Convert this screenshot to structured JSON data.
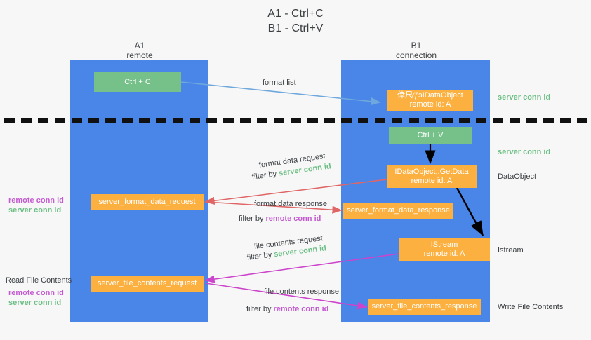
{
  "title": "A1 - Ctrl+C\nB1 - Ctrl+V",
  "lanes": [
    {
      "name": "A1",
      "sub": "remote",
      "header": "A1\nremote"
    },
    {
      "name": "B1",
      "sub": "connection",
      "header": "B1\nconnection"
    }
  ],
  "colors": {
    "lane_fill": "#4a86e8",
    "box_orange": "#fbb040",
    "box_green": "#76c08a",
    "server_conn_green": "#6cbf84",
    "remote_conn_magenta": "#c45ad0",
    "arrow_blue": "#6fa8dc",
    "arrow_red": "#e06666",
    "arrow_magenta": "#cc44cc",
    "arrow_black": "#000000",
    "background": "#f7f7f7",
    "text": "#3c4043"
  },
  "boxes": {
    "ctrl_c": {
      "label": "Ctrl + C",
      "lane": "A1",
      "color": "green"
    },
    "new_idataobject": {
      "label": "倖尺⁄ƒэIDataObject\nremote id: A",
      "lane": "B1",
      "color": "orange"
    },
    "ctrl_v": {
      "label": "Ctrl + V",
      "lane": "B1",
      "color": "green"
    },
    "idataobject_getdata": {
      "label": "IDataObject::GetData\nremote id: A",
      "lane": "B1",
      "color": "orange"
    },
    "server_format_data_request": {
      "label": "server_format_data_request",
      "lane": "A1",
      "color": "orange"
    },
    "server_format_data_response": {
      "label": "server_format_data_response",
      "lane": "B1",
      "color": "orange"
    },
    "istream": {
      "label": "IStream\nremote id: A",
      "lane": "B1",
      "color": "orange"
    },
    "server_file_contents_request": {
      "label": "server_file_contents_request",
      "lane": "A1",
      "color": "orange"
    },
    "server_file_contents_response": {
      "label": "server_file_contents_response",
      "lane": "B1",
      "color": "orange"
    }
  },
  "edge_labels": {
    "format_list": "format list",
    "format_data_request": "format data request",
    "format_data_request_filter_prefix": "filter by ",
    "format_data_request_filter_value": "server conn id",
    "format_data_response": "format data response",
    "format_data_response_filter_prefix": "filter by ",
    "format_data_response_filter_value": "remote conn id",
    "file_contents_request": "file contents request",
    "file_contents_request_filter_prefix": "filter by ",
    "file_contents_request_filter_value": "server conn id",
    "file_contents_response": "file contents response",
    "file_contents_response_filter_prefix": "filter by ",
    "file_contents_response_filter_value": "remote conn id"
  },
  "right_labels": {
    "server_conn_id_top": "server conn id",
    "server_conn_id_mid": "server conn id",
    "dataobject": "DataObject",
    "istream": "Istream",
    "write_file_contents": "Write File Contents"
  },
  "left_labels": {
    "remote_conn_id_upper": "remote conn id",
    "server_conn_id_upper": "server conn id",
    "read_file_contents": "Read File Contents",
    "remote_conn_id_lower": "remote conn id",
    "server_conn_id_lower": "server conn id"
  }
}
